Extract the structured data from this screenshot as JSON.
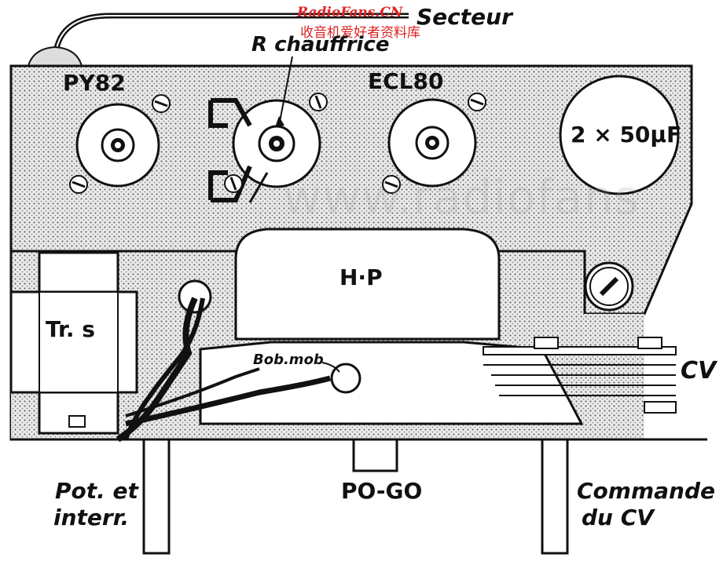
{
  "watermark": {
    "site": "RadioFans.CN",
    "site_cn": "收音机爱好者资料库",
    "faint": "www.radiofans"
  },
  "labels": {
    "secteur": "Secteur",
    "r_chauffrice": "R chauffrice",
    "py82": "PY82",
    "ecl80": "ECL80",
    "capacitor": "2 × 50μF",
    "hp": "H·P",
    "trs": "Tr. s",
    "bob_mob": "Bob.mob",
    "cv": "CV",
    "pot_line1": "Pot. et",
    "pot_line2": "interr.",
    "pogo": "PO-GO",
    "commande_line1": "Commande",
    "commande_line2": "du CV"
  },
  "colors": {
    "ink": "#111111",
    "chassis_fill": "#cfcfcf",
    "watermark_red": "#dd2222"
  }
}
